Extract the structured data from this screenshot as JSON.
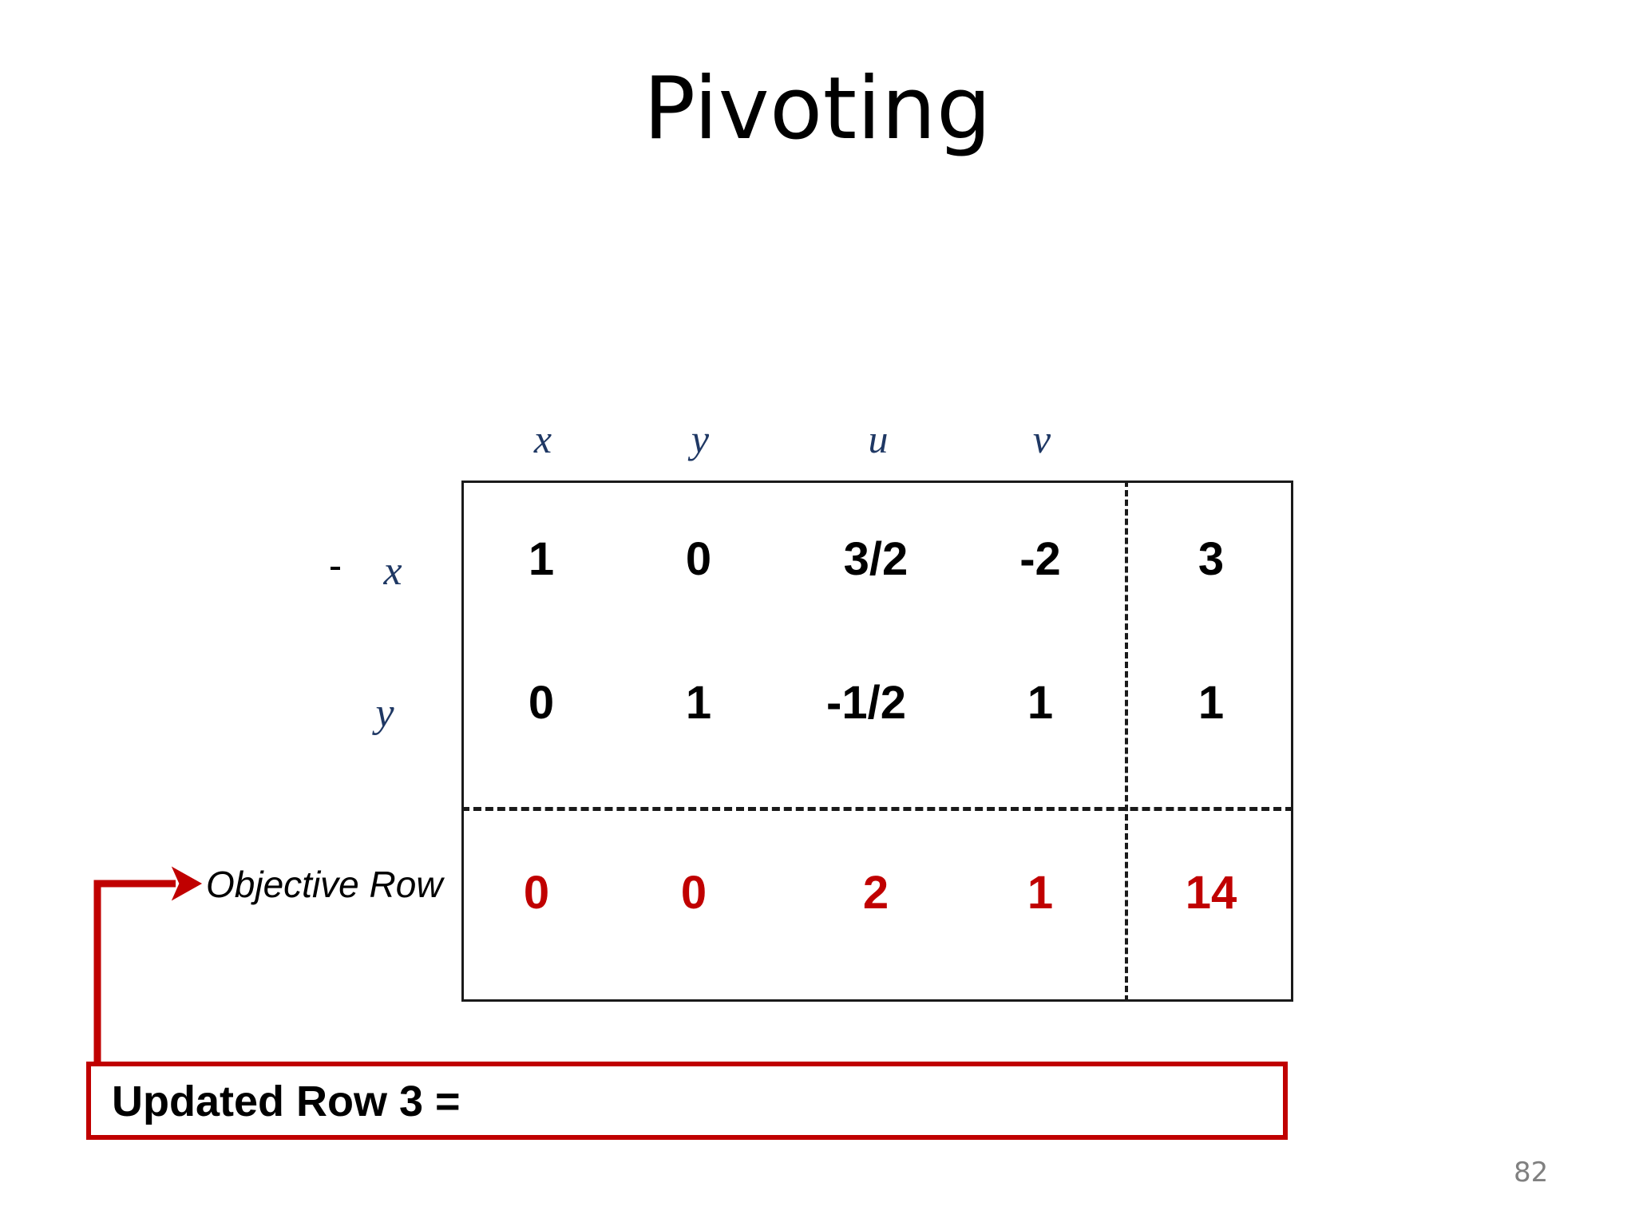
{
  "slide": {
    "title": "Pivoting",
    "page_number": "82",
    "accent_red": "#C00000",
    "header_blue": "#1F3864"
  },
  "tableau": {
    "column_headers": [
      "x",
      "y",
      "u",
      "v"
    ],
    "row_labels": [
      "x",
      "y"
    ],
    "rows": [
      {
        "label": "x",
        "cells": [
          "1",
          "0",
          "3/2",
          "-2"
        ],
        "rhs": "3",
        "style": "normal"
      },
      {
        "label": "y",
        "cells": [
          "0",
          "1",
          "-1/2",
          "1"
        ],
        "rhs": "1",
        "style": "normal"
      },
      {
        "label": "",
        "cells": [
          "0",
          "0",
          "2",
          "1"
        ],
        "rhs": "14",
        "style": "objective"
      }
    ]
  },
  "callout": {
    "objective_row_label": "Objective Row"
  },
  "bottom_box": {
    "text": "Updated Row 3 ="
  }
}
